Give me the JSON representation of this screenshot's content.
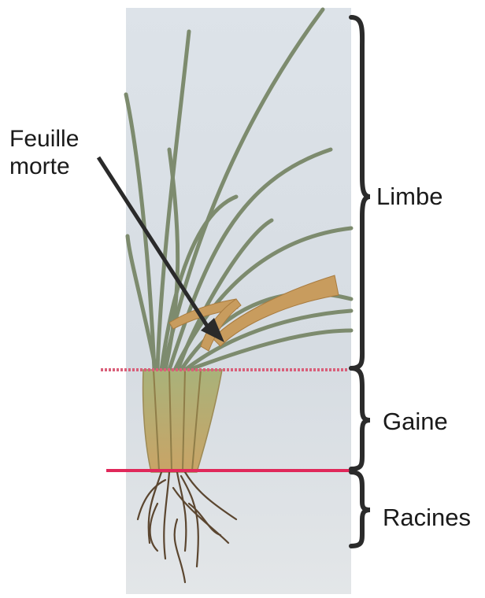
{
  "annotation": {
    "dead_leaf_line1": "Feuille",
    "dead_leaf_line2": "morte"
  },
  "parts": [
    {
      "label": "Limbe"
    },
    {
      "label": "Gaine"
    },
    {
      "label": "Racines"
    }
  ],
  "colors": {
    "photo_background": "#d9e0e6",
    "sheath_boundary_line": "#d9607a",
    "root_boundary_line": "#e0285a",
    "brace": "#2b2b2b",
    "green_leaf": "#7f8f6f",
    "dead_leaf": "#c69a5a",
    "roots": "#5a4630"
  }
}
